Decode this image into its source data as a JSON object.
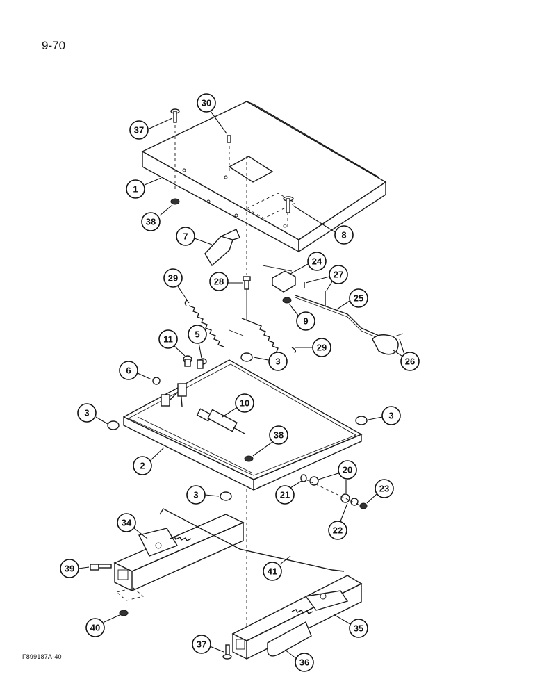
{
  "page_number": "9-70",
  "figure_code": "F899187A-40",
  "callouts": [
    "37",
    "30",
    "1",
    "38",
    "8",
    "7",
    "24",
    "27",
    "29",
    "28",
    "25",
    "9",
    "26",
    "29",
    "11",
    "5",
    "3",
    "6",
    "10",
    "3",
    "3",
    "38",
    "2",
    "20",
    "21",
    "23",
    "3",
    "22",
    "34",
    "39",
    "41",
    "35",
    "40",
    "37",
    "36"
  ]
}
